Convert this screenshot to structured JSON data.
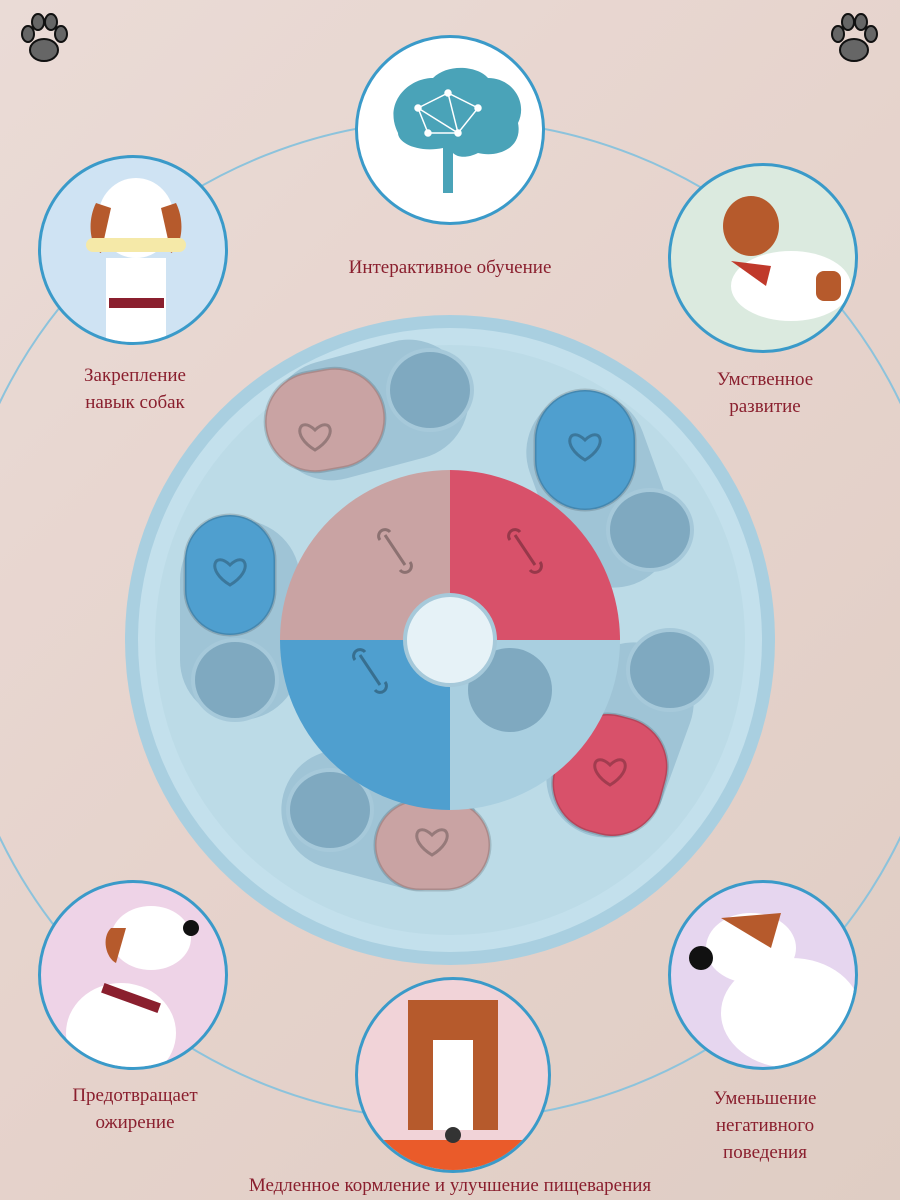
{
  "features": [
    {
      "id": "interactive",
      "label": "Интерактивное обучение",
      "icon": "brain-icon"
    },
    {
      "id": "skills",
      "label_lines": [
        "Закрепление",
        "навык собак"
      ],
      "icon": "dog-with-bone-icon"
    },
    {
      "id": "mental",
      "label_lines": [
        "Умственное",
        "развитие"
      ],
      "icon": "jumping-dog-icon"
    },
    {
      "id": "obesity",
      "label_lines": [
        "Предотвращает",
        "ожирение"
      ],
      "icon": "sitting-dog-icon"
    },
    {
      "id": "behavior",
      "label_lines": [
        "Уменьшение",
        "негативного",
        "поведения"
      ],
      "icon": "looking-dog-icon"
    },
    {
      "id": "feeding",
      "label": "Медленное кормление и улучшение пищеварения",
      "icon": "eating-dog-icon"
    }
  ],
  "colors": {
    "text": "#8a1f2e",
    "ring": "#3a9ac9",
    "toy": "#bcdbe7",
    "pink": "#d8516a",
    "mauve": "#c9a3a3",
    "blue": "#4f9fcf"
  }
}
